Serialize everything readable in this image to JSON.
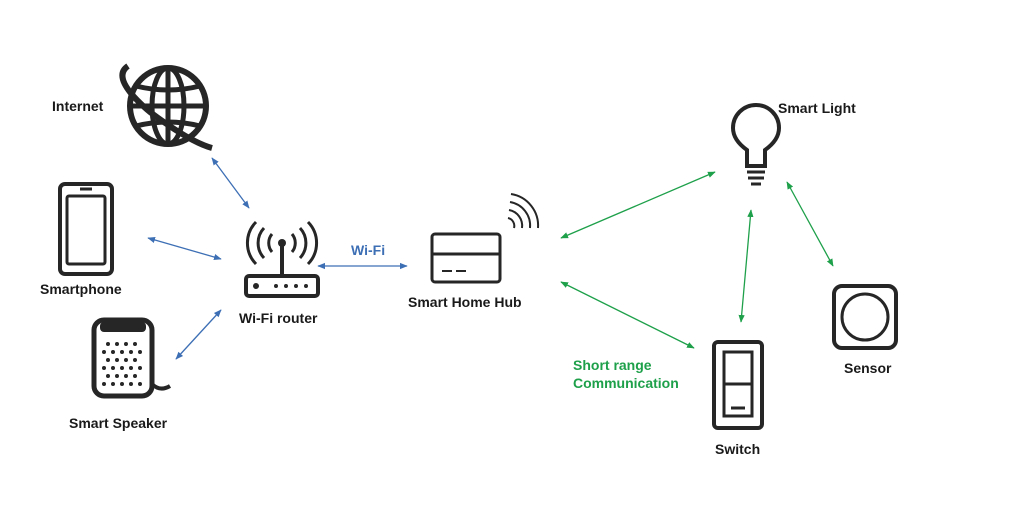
{
  "colors": {
    "icon": "#262626",
    "wifi_link": "#3d6fb5",
    "short_range_link": "#1ea04a"
  },
  "nodes": {
    "internet": {
      "label": "Internet",
      "icon": "globe-icon"
    },
    "smartphone": {
      "label": "Smartphone",
      "icon": "smartphone-icon"
    },
    "smart_speaker": {
      "label": "Smart Speaker",
      "icon": "speaker-icon"
    },
    "router": {
      "label": "Wi-Fi router",
      "icon": "router-icon"
    },
    "hub": {
      "label": "Smart Home Hub",
      "icon": "hub-icon"
    },
    "smart_light": {
      "label": "Smart Light",
      "icon": "bulb-icon"
    },
    "switch": {
      "label": "Switch",
      "icon": "switch-icon"
    },
    "sensor": {
      "label": "Sensor",
      "icon": "sensor-icon"
    }
  },
  "link_labels": {
    "wifi": "Wi-Fi",
    "short_range_line1": "Short range",
    "short_range_line2": "Communication"
  },
  "links": [
    {
      "from": "internet",
      "to": "router",
      "type": "wifi"
    },
    {
      "from": "smartphone",
      "to": "router",
      "type": "wifi"
    },
    {
      "from": "smart_speaker",
      "to": "router",
      "type": "wifi"
    },
    {
      "from": "router",
      "to": "hub",
      "type": "wifi"
    },
    {
      "from": "hub",
      "to": "smart_light",
      "type": "short_range"
    },
    {
      "from": "hub",
      "to": "switch",
      "type": "short_range"
    },
    {
      "from": "smart_light",
      "to": "switch",
      "type": "short_range"
    },
    {
      "from": "smart_light",
      "to": "sensor",
      "type": "short_range"
    }
  ]
}
